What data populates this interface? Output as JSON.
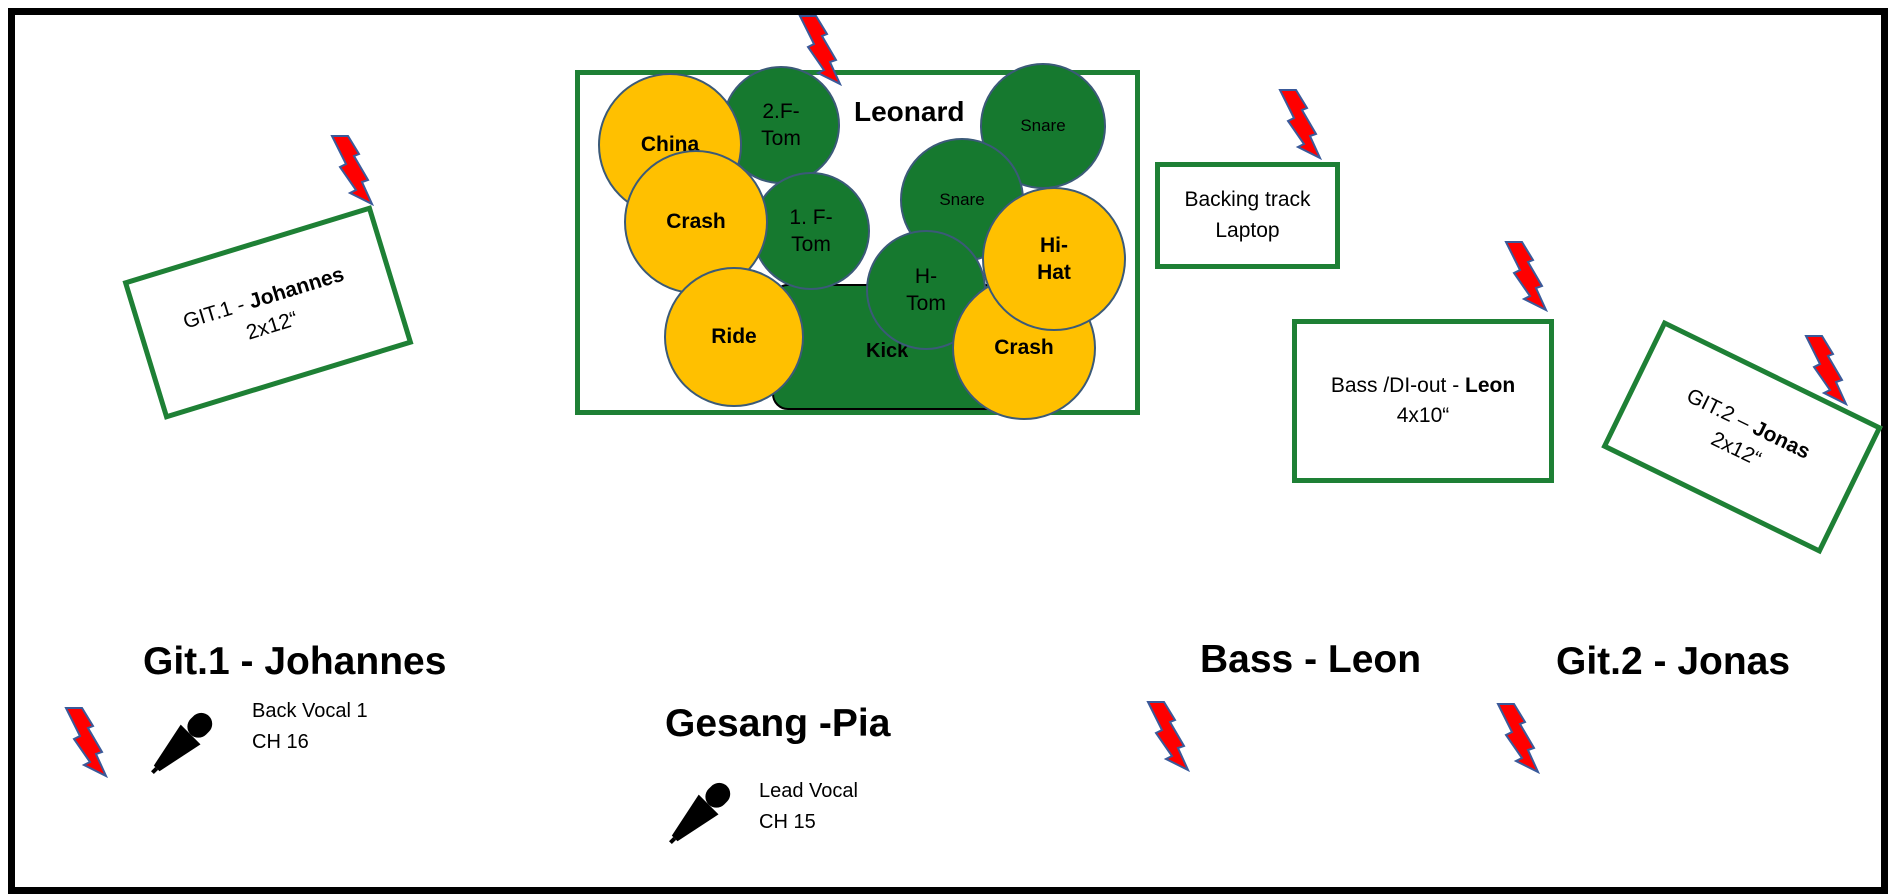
{
  "drum_kit": {
    "drummer": "Leonard",
    "pieces": [
      "China",
      "2.F-",
      "Tom",
      "Crash",
      "1. F-",
      "Tom",
      "Ride",
      "Kick",
      "Snare",
      "Snare",
      "H-",
      "Tom",
      "Hi-",
      "Hat",
      "Crash"
    ]
  },
  "amps": {
    "git1": {
      "line1_prefix": "GIT.1 - ",
      "line1_name": "Johannes",
      "line2": "2x12“"
    },
    "backing": {
      "line1": "Backing track",
      "line2": "Laptop"
    },
    "bass": {
      "line1_prefix": "Bass /DI-out - ",
      "line1_name": "Leon",
      "line2": "4x10“"
    },
    "git2": {
      "line1_prefix": "GIT.2 – ",
      "line1_name": "Jonas",
      "line2": "2x12“"
    }
  },
  "positions": {
    "git1": "Git.1 - Johannes",
    "gesang": "Gesang -Pia",
    "bass": "Bass - Leon",
    "git2": "Git.2 - Jonas"
  },
  "vocals": {
    "back": {
      "line1": "Back Vocal 1",
      "line2": "CH 16"
    },
    "lead": {
      "line1": "Lead Vocal",
      "line2": "CH 15"
    }
  },
  "colors": {
    "frame": "#000000",
    "amp_border": "#1e8035",
    "drum_green": "#16792f",
    "cymbal_yellow": "#ffc000",
    "power_bolt": "#ff0000",
    "power_bolt_outline": "#3a5a9a"
  },
  "icons": {
    "power": "power-outlet-bolt-icon",
    "mic": "microphone-icon"
  }
}
